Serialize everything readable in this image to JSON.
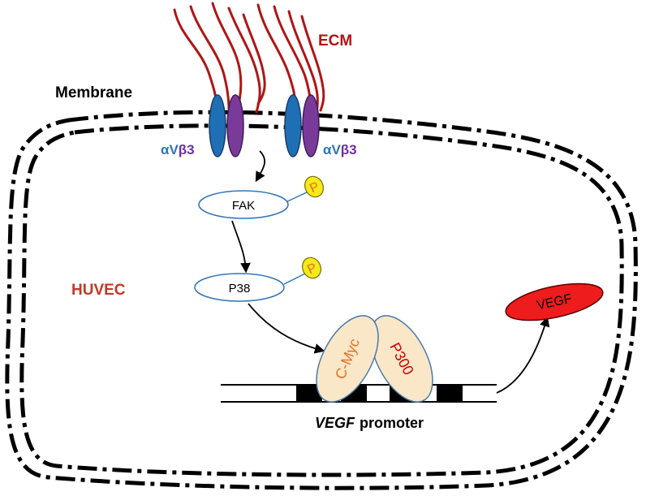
{
  "labels": {
    "ecm": "ECM",
    "membrane": "Membrane",
    "integrin_alpha": "αV",
    "integrin_beta": "β3",
    "fak": "FAK",
    "p38": "P38",
    "phospho": "P",
    "huvec": "HUVEC",
    "cmyc": "C-Myc",
    "p300": "P300",
    "vegf": "VEGF",
    "promoter_gene": "VEGF",
    "promoter_word": "promoter"
  },
  "colors": {
    "ecm_fiber": "#b01515",
    "ecm_label": "#b01515",
    "huvec_label": "#c0392b",
    "alpha_subunit": "#1f6fb5",
    "beta_subunit": "#7a3a9a",
    "alpha_text": "#2e75b6",
    "beta_text": "#7030a0",
    "node_stroke": "#2e75b6",
    "phospho_fill": "#f5ea1a",
    "phospho_text": "#e07020",
    "complex_fill": "#f9e7c8",
    "complex_stroke": "#4a79a8",
    "cmyc_text": "#e07020",
    "p300_text": "#cc0000",
    "vegf_fill": "#ee1c1c",
    "dna_block": "#000000"
  }
}
